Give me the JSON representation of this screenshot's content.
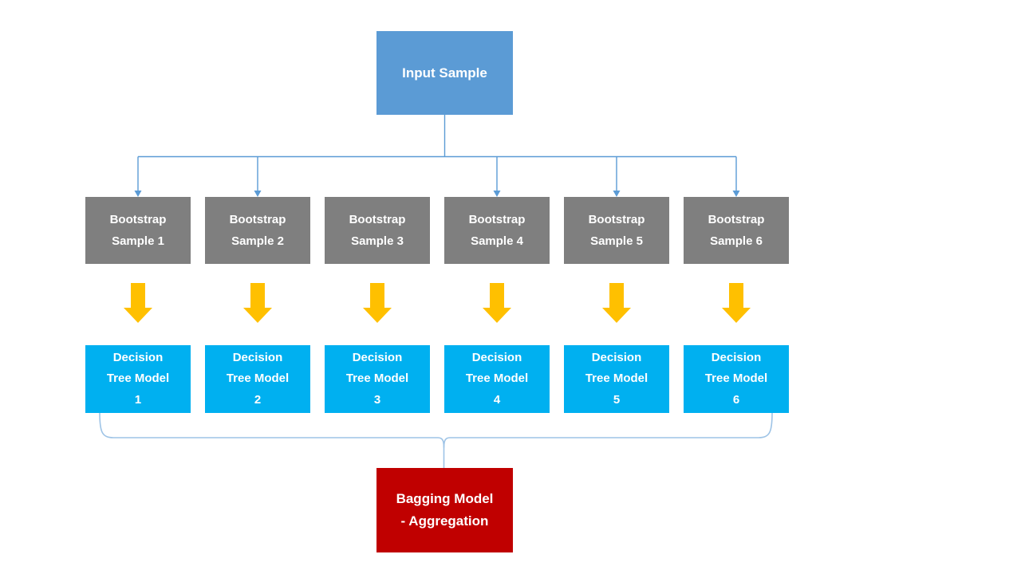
{
  "colors": {
    "input_box": "#5B9BD5",
    "bootstrap_box": "#7F7F7F",
    "model_box": "#00B0F0",
    "aggregate_box": "#C00000",
    "down_arrow": "#FFC000",
    "connector": "#5B9BD5",
    "brace": "#9DC3E6",
    "text": "#FFFFFF"
  },
  "icons": {
    "down_arrow": "thick-block-down-arrow",
    "connector_arrowhead": "small-down-triangle"
  },
  "nodes": {
    "input": {
      "label": "Input Sample"
    },
    "bootstrap": [
      {
        "label": "Bootstrap\nSample 1"
      },
      {
        "label": "Bootstrap\nSample 2"
      },
      {
        "label": "Bootstrap\nSample 3"
      },
      {
        "label": "Bootstrap\nSample 4"
      },
      {
        "label": "Bootstrap\nSample 5"
      },
      {
        "label": "Bootstrap\nSample 6"
      }
    ],
    "models": [
      {
        "label": "Decision\nTree Model\n1"
      },
      {
        "label": "Decision\nTree Model\n2"
      },
      {
        "label": "Decision\nTree Model\n3"
      },
      {
        "label": "Decision\nTree Model\n4"
      },
      {
        "label": "Decision\nTree Model\n5"
      },
      {
        "label": "Decision\nTree Model\n6"
      }
    ],
    "aggregate": {
      "label": "Bagging Model\n- Aggregation"
    }
  }
}
